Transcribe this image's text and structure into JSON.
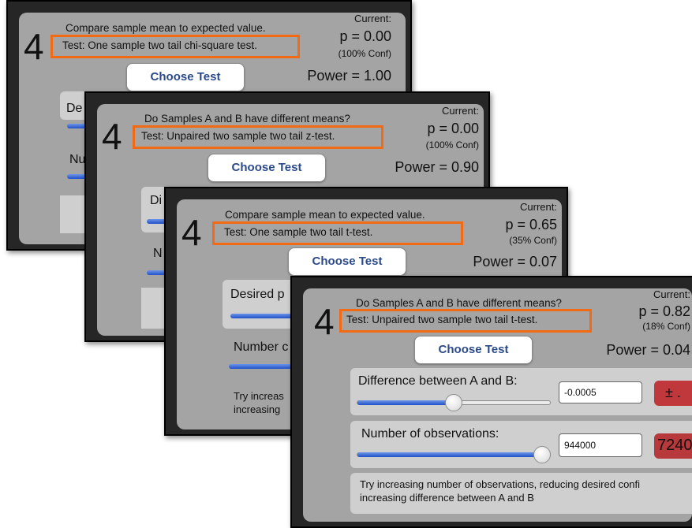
{
  "panels": [
    {
      "number": "4",
      "question": "Compare sample mean to expected value.",
      "test": "Test: One sample two tail chi-square test.",
      "current_label": "Current:",
      "p_value": "p = 0.00",
      "confidence": "(100% Conf)",
      "choose_label": "Choose Test",
      "power": "Power = 1.00",
      "desired_fragment": "De",
      "number_fragment": "Nu"
    },
    {
      "number": "4",
      "question": "Do Samples A and B have different means?",
      "test": "Test: Unpaired two sample two tail z-test.",
      "current_label": "Current:",
      "p_value": "p = 0.00",
      "confidence": "(100% Conf)",
      "choose_label": "Choose Test",
      "power": "Power = 0.90",
      "difference_fragment": "Di",
      "number_fragment": "N"
    },
    {
      "number": "4",
      "question": "Compare sample mean to expected value.",
      "test": "Test: One sample two tail t-test.",
      "current_label": "Current:",
      "p_value": "p = 0.65",
      "confidence": "(35% Conf)",
      "choose_label": "Choose Test",
      "power": "Power = 0.07",
      "desired_fragment": "Desired p",
      "number_fragment": "Number c",
      "hint_line1": "Try increas",
      "hint_line2": "increasing"
    },
    {
      "number": "4",
      "question": "Do Samples A and B have different means?",
      "test": "Test: Unpaired two sample two tail t-test.",
      "current_label": "Current:",
      "p_value": "p = 0.82",
      "confidence": "(18% Conf)",
      "choose_label": "Choose Test",
      "power": "Power = 0.04",
      "difference_label": "Difference between A and B:",
      "difference_value": "-0.0005",
      "difference_result": "± .",
      "difference_slider_level": 0.5,
      "observations_label": "Number of observations:",
      "observations_value": "944000",
      "observations_result": "7240",
      "observations_slider_level": 1.0,
      "hint_line1": "Try increasing number of observations, reducing desired confi",
      "hint_line2": "increasing difference between A and B"
    }
  ],
  "colors": {
    "highlight": "#f26a13",
    "screen_bg": "#a4a4a4",
    "result_red": "#c0383b",
    "slider_blue": "#2151c9",
    "button_text": "#2b4a8a"
  }
}
